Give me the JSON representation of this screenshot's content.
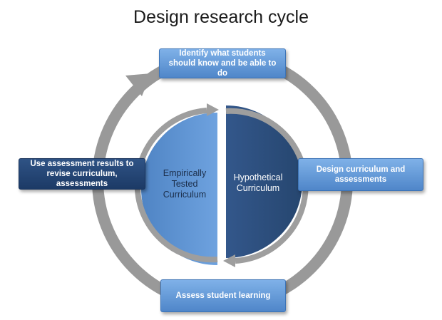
{
  "title": "Design research cycle",
  "nodes": {
    "top": "Identify what students should know and be able to do",
    "right": "Design curriculum and assessments",
    "bottom": "Assess student learning",
    "left": "Use assessment results to revise curriculum, assessments"
  },
  "center": {
    "left_label": "Empirically Tested Curriculum",
    "right_label": "Hypothetical Curriculum"
  },
  "colors": {
    "light_blue": "#5b93d6",
    "dark_blue": "#1f3f6e",
    "arrow_gray": "#9a9a9a"
  }
}
